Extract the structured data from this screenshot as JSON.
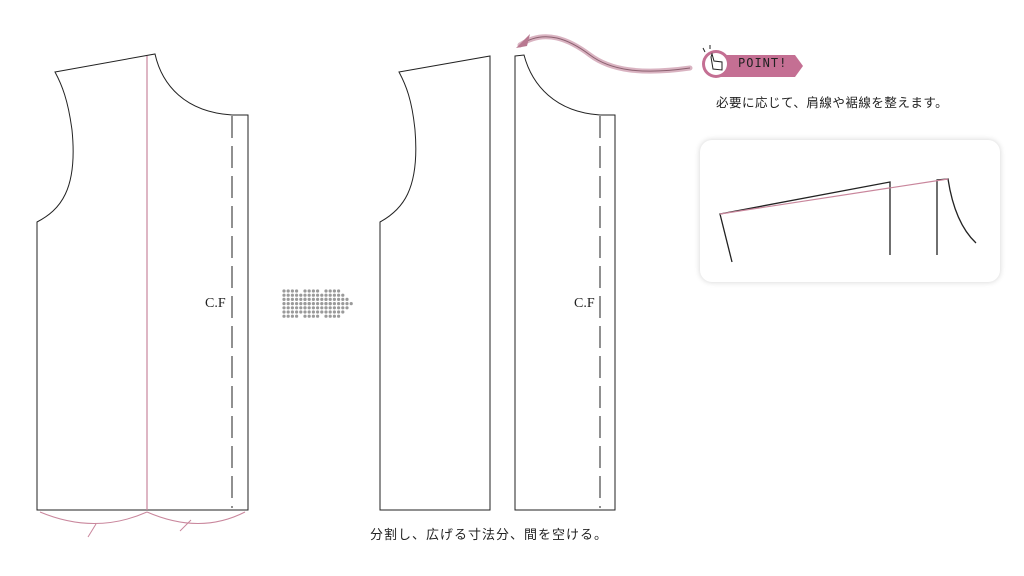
{
  "labels": {
    "cf_left": "C.F",
    "cf_right": "C.F"
  },
  "point": {
    "badge_text": "POINT!",
    "description": "必要に応じて、肩線や裾線を整えます。"
  },
  "caption": "分割し、広げる寸法分、間を空ける。",
  "colors": {
    "outline": "#222222",
    "accent_pink": "#c9869c",
    "badge_pink": "#c46f93",
    "dots": "#9a9a9a"
  }
}
